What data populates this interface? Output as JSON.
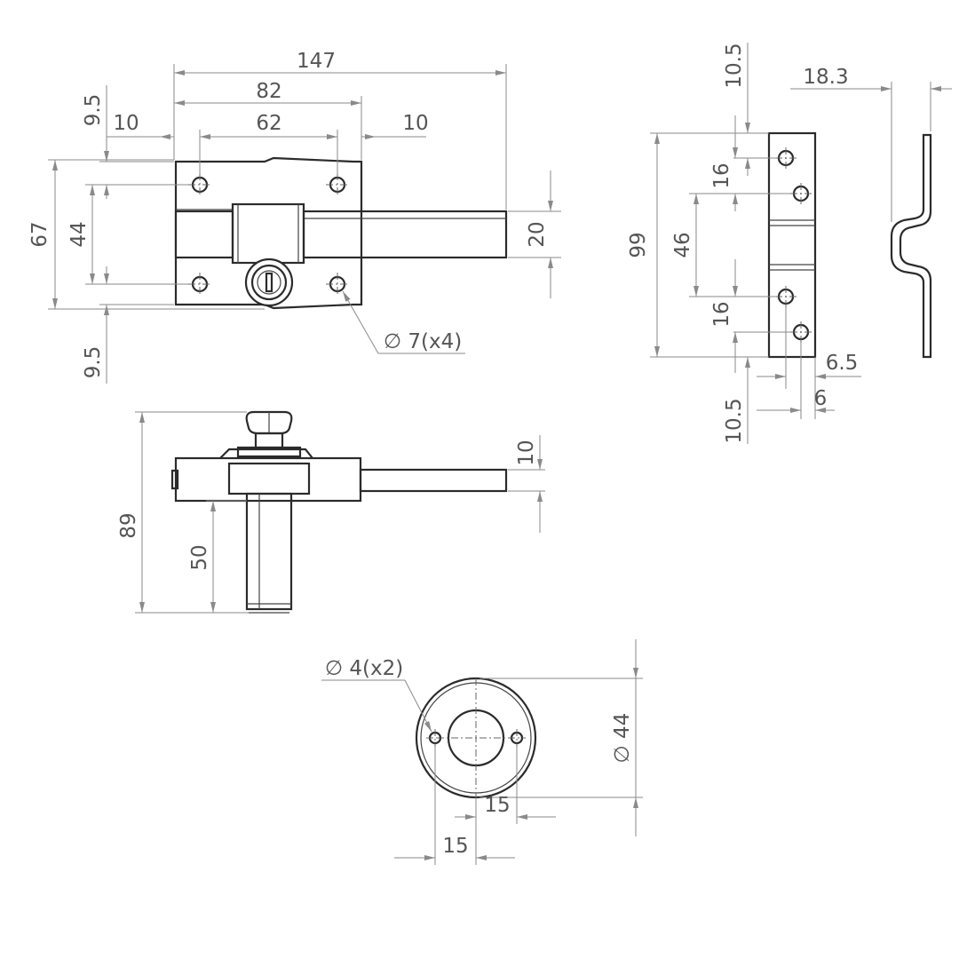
{
  "dimensions": {
    "front": {
      "overall_length": "147",
      "body_width": "82",
      "hole_spacing_h": "62",
      "edge_left": "10",
      "edge_right": "10",
      "edge_top": "9.5",
      "edge_bottom": "9.5",
      "height": "67",
      "hole_spacing_v": "44",
      "bolt_height": "20",
      "hole_callout": "∅ 7(x4)"
    },
    "keeper": {
      "top_offset": "10.5",
      "depth": "18.3",
      "height": "99",
      "span": "46",
      "hole_gap_top": "16",
      "hole_gap_bottom": "16",
      "offset_a": "6.5",
      "offset_b": "6",
      "bottom_offset": "10.5"
    },
    "side": {
      "height": "89",
      "cylinder_length": "50",
      "bolt_thickness": "10"
    },
    "rosette": {
      "hole_callout": "∅ 4(x2)",
      "diameter": "∅ 44",
      "offset_upper": "15",
      "offset_lower": "15"
    }
  }
}
